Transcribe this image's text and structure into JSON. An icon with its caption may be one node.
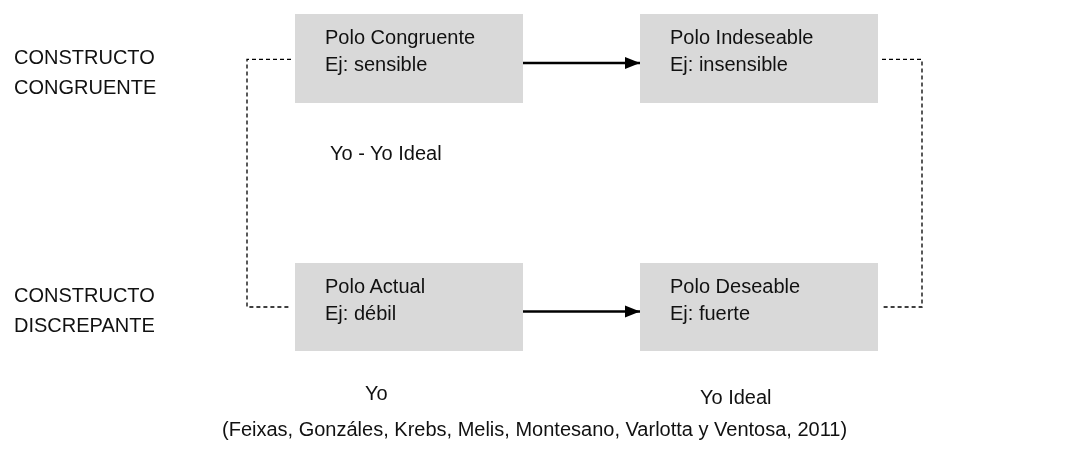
{
  "diagram": {
    "nodes": [
      {
        "text": [
          "Polo Congruente",
          "Ej: sensible"
        ]
      },
      {
        "text": [
          "Polo Indeseable",
          "Ej: insensible"
        ]
      },
      {
        "text": [
          "Polo Actual",
          "Ej: débil"
        ]
      },
      {
        "text": [
          "Polo Deseable",
          "Ej: fuerte"
        ]
      }
    ],
    "edges": [
      {
        "from": 0,
        "to": 1,
        "arrow": "to"
      },
      {
        "from": 2,
        "to": 3,
        "arrow": "to"
      },
      {
        "from": 0,
        "to": 2,
        "arrow": "none",
        "style": "dashed"
      },
      {
        "from": 1,
        "to": 3,
        "arrow": "none",
        "style": "dashed"
      }
    ],
    "labels": [
      "CONSTRUCTO CONGRUENTE",
      "Yo - Yo Ideal",
      "CONSTRUCTO DISCREPANTE",
      "Yo",
      "Yo Ideal",
      "(Feixas, Gonzáles, Krebs, Melis, Montesano, Varlotta y Ventosa, 2011)"
    ]
  }
}
